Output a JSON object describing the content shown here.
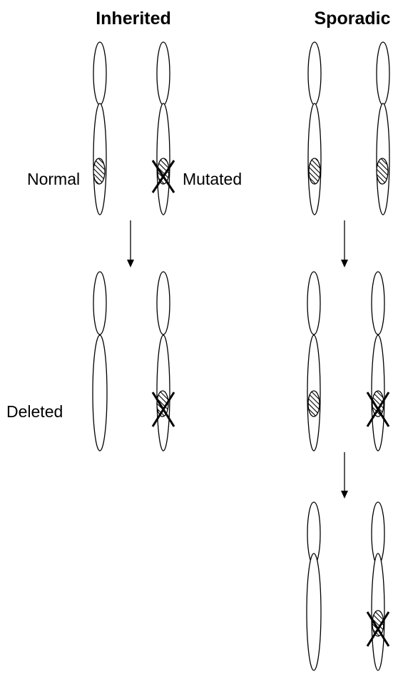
{
  "headers": {
    "inherited": "Inherited",
    "sporadic": "Sporadic"
  },
  "labels": {
    "normal": "Normal",
    "mutated": "Mutated",
    "deleted": "Deleted"
  },
  "colors": {
    "stroke": "#000000",
    "background": "#ffffff"
  }
}
